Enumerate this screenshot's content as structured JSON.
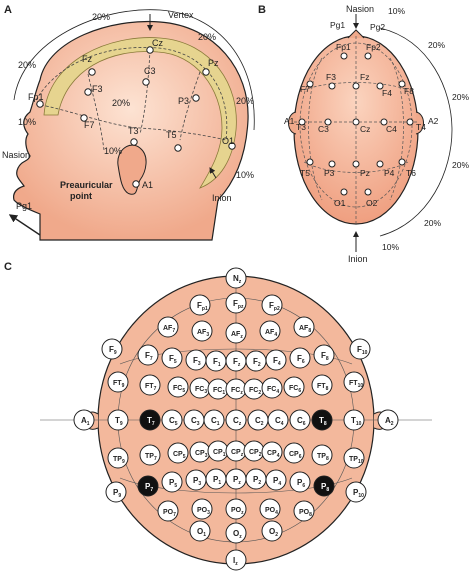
{
  "panel_labels": {
    "a": "A",
    "b": "B",
    "c": "C"
  },
  "panel_a": {
    "vertex": "Vertex",
    "nasion": "Nasion",
    "inion": "Inion",
    "preauricular": "Preauricular",
    "point": "point",
    "pg1": "Pg1",
    "a1": "A1",
    "percents": {
      "p20_top": "20%",
      "p20_left": "20%",
      "p20_right_top": "20%",
      "p20_right": "20%",
      "p20_mid": "20%",
      "p10_left": "10%",
      "p10_inner": "10%",
      "p10_right": "10%"
    },
    "electrodes": {
      "fz": "Fz",
      "cz": "Cz",
      "pz": "Pz",
      "f3": "F3",
      "c3": "C3",
      "p3": "P3",
      "f7": "F7",
      "t3": "T3",
      "t5": "T5",
      "fp1": "Fp1",
      "o1": "O1"
    }
  },
  "panel_b": {
    "nasion": "Nasion",
    "inion": "Inion",
    "percents": {
      "p10_top": "10%",
      "p20_top_right": "20%",
      "p20_right_upper": "20%",
      "p20_right_lower": "20%",
      "p20_bottom_right": "20%",
      "p10_bottom": "10%"
    },
    "electrodes": {
      "fp1": "Fp1",
      "fp2": "Fp2",
      "pg1": "Pg1",
      "pg2": "Pg2",
      "f7": "F7",
      "f3": "F3",
      "fz": "Fz",
      "f4": "F4",
      "f8": "F8",
      "a1": "A1",
      "t3": "T3",
      "c3": "C3",
      "cz": "Cz",
      "c4": "C4",
      "t4": "T4",
      "a2": "A2",
      "t5": "T5",
      "p3": "P3",
      "pz": "Pz",
      "p4": "P4",
      "t6": "T6",
      "o1": "O1",
      "o2": "O2"
    }
  },
  "panel_c": {
    "filled_electrodes": [
      "T7",
      "T8",
      "P7",
      "P8"
    ],
    "electrodes": [
      {
        "id": "Nz",
        "label": "N",
        "sub": "z"
      },
      {
        "id": "Fp1",
        "label": "F",
        "sub": "p1"
      },
      {
        "id": "Fpz",
        "label": "F",
        "sub": "pz"
      },
      {
        "id": "Fp2",
        "label": "F",
        "sub": "p2"
      },
      {
        "id": "AF7",
        "label": "AF",
        "sub": "7"
      },
      {
        "id": "AF3",
        "label": "AF",
        "sub": "3"
      },
      {
        "id": "AFz",
        "label": "AF",
        "sub": "z"
      },
      {
        "id": "AF4",
        "label": "AF",
        "sub": "4"
      },
      {
        "id": "AF8",
        "label": "AF",
        "sub": "8"
      },
      {
        "id": "F9",
        "label": "F",
        "sub": "9"
      },
      {
        "id": "F7",
        "label": "F",
        "sub": "7"
      },
      {
        "id": "F5",
        "label": "F",
        "sub": "5"
      },
      {
        "id": "F3",
        "label": "F",
        "sub": "3"
      },
      {
        "id": "F1",
        "label": "F",
        "sub": "1"
      },
      {
        "id": "Fz",
        "label": "F",
        "sub": "z"
      },
      {
        "id": "F2",
        "label": "F",
        "sub": "2"
      },
      {
        "id": "F4",
        "label": "F",
        "sub": "4"
      },
      {
        "id": "F6",
        "label": "F",
        "sub": "6"
      },
      {
        "id": "F8",
        "label": "F",
        "sub": "8"
      },
      {
        "id": "F10",
        "label": "F",
        "sub": "10"
      },
      {
        "id": "FT9",
        "label": "FT",
        "sub": "9"
      },
      {
        "id": "FT7",
        "label": "FT",
        "sub": "7"
      },
      {
        "id": "FC5",
        "label": "FC",
        "sub": "5"
      },
      {
        "id": "FC3",
        "label": "FC",
        "sub": "3"
      },
      {
        "id": "FC1",
        "label": "FC",
        "sub": "1"
      },
      {
        "id": "FCz",
        "label": "FC",
        "sub": "z"
      },
      {
        "id": "FC2",
        "label": "FC",
        "sub": "2"
      },
      {
        "id": "FC4",
        "label": "FC",
        "sub": "4"
      },
      {
        "id": "FC6",
        "label": "FC",
        "sub": "6"
      },
      {
        "id": "FT8",
        "label": "FT",
        "sub": "8"
      },
      {
        "id": "FT10",
        "label": "FT",
        "sub": "10"
      },
      {
        "id": "A1",
        "label": "A",
        "sub": "1"
      },
      {
        "id": "T9",
        "label": "T",
        "sub": "9"
      },
      {
        "id": "T7",
        "label": "T",
        "sub": "7"
      },
      {
        "id": "C5",
        "label": "C",
        "sub": "5"
      },
      {
        "id": "C3",
        "label": "C",
        "sub": "3"
      },
      {
        "id": "C1",
        "label": "C",
        "sub": "1"
      },
      {
        "id": "Cz",
        "label": "C",
        "sub": "z"
      },
      {
        "id": "C2",
        "label": "C",
        "sub": "2"
      },
      {
        "id": "C4",
        "label": "C",
        "sub": "4"
      },
      {
        "id": "C6",
        "label": "C",
        "sub": "6"
      },
      {
        "id": "T8",
        "label": "T",
        "sub": "8"
      },
      {
        "id": "T10",
        "label": "T",
        "sub": "10"
      },
      {
        "id": "A2",
        "label": "A",
        "sub": "2"
      },
      {
        "id": "TP9",
        "label": "TP",
        "sub": "9"
      },
      {
        "id": "TP7",
        "label": "TP",
        "sub": "7"
      },
      {
        "id": "CP5",
        "label": "CP",
        "sub": "5"
      },
      {
        "id": "CP3",
        "label": "CP",
        "sub": "3"
      },
      {
        "id": "CP1",
        "label": "CP",
        "sub": "1"
      },
      {
        "id": "CPz",
        "label": "CP",
        "sub": "z"
      },
      {
        "id": "CP2",
        "label": "CP",
        "sub": "2"
      },
      {
        "id": "CP4",
        "label": "CP",
        "sub": "4"
      },
      {
        "id": "CP6",
        "label": "CP",
        "sub": "6"
      },
      {
        "id": "TP8",
        "label": "TP",
        "sub": "8"
      },
      {
        "id": "TP10",
        "label": "TP",
        "sub": "10"
      },
      {
        "id": "P7",
        "label": "P",
        "sub": "7"
      },
      {
        "id": "P5",
        "label": "P",
        "sub": "5"
      },
      {
        "id": "P3",
        "label": "P",
        "sub": "3"
      },
      {
        "id": "P1",
        "label": "P",
        "sub": "1"
      },
      {
        "id": "Pz",
        "label": "P",
        "sub": "z"
      },
      {
        "id": "P2",
        "label": "P",
        "sub": "2"
      },
      {
        "id": "P4",
        "label": "P",
        "sub": "4"
      },
      {
        "id": "P6",
        "label": "P",
        "sub": "6"
      },
      {
        "id": "P8",
        "label": "P",
        "sub": "8"
      },
      {
        "id": "P9",
        "label": "P",
        "sub": "9"
      },
      {
        "id": "P10",
        "label": "P",
        "sub": "10"
      },
      {
        "id": "PO7",
        "label": "PO",
        "sub": "7"
      },
      {
        "id": "PO3",
        "label": "PO",
        "sub": "3"
      },
      {
        "id": "POz",
        "label": "PO",
        "sub": "z"
      },
      {
        "id": "PO4",
        "label": "PO",
        "sub": "4"
      },
      {
        "id": "PO8",
        "label": "PO",
        "sub": "8"
      },
      {
        "id": "O1",
        "label": "O",
        "sub": "1"
      },
      {
        "id": "Oz",
        "label": "O",
        "sub": "z"
      },
      {
        "id": "O2",
        "label": "O",
        "sub": "2"
      },
      {
        "id": "Iz",
        "label": "I",
        "sub": "z"
      }
    ]
  },
  "colors": {
    "skin": "#f3b89c",
    "skin_light": "#fbd9c6",
    "skin_dark": "#e59b7e",
    "brain": "#e6d48f",
    "stroke": "#222222"
  }
}
